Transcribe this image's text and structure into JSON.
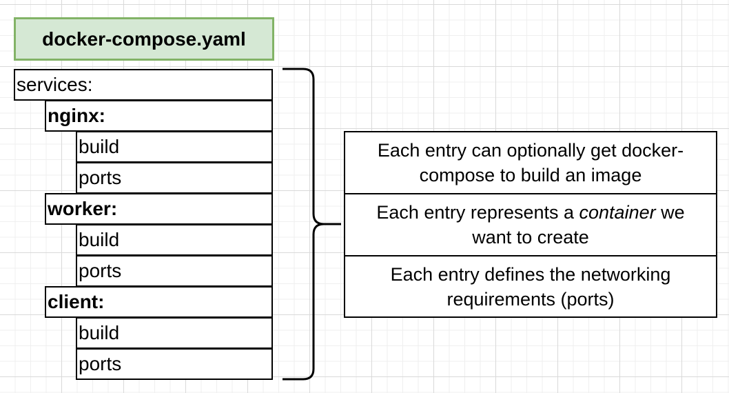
{
  "title": "docker-compose.yaml",
  "tree": [
    {
      "label": "services:",
      "level": 0
    },
    {
      "label": "nginx:",
      "level": 1
    },
    {
      "label": "build",
      "level": 2
    },
    {
      "label": "ports",
      "level": 2
    },
    {
      "label": "worker:",
      "level": 1
    },
    {
      "label": "build",
      "level": 2
    },
    {
      "label": "ports",
      "level": 2
    },
    {
      "label": "client:",
      "level": 1
    },
    {
      "label": "build",
      "level": 2
    },
    {
      "label": "ports",
      "level": 2
    }
  ],
  "notes": {
    "build": "Each entry can optionally get docker-compose to build an image",
    "container_pre": "Each entry represents a ",
    "container_em": "container",
    "container_post": " we want to create",
    "ports": "Each entry defines the networking requirements (ports)"
  },
  "colors": {
    "title_fill": "#d5e8d4",
    "title_border": "#82b366"
  }
}
